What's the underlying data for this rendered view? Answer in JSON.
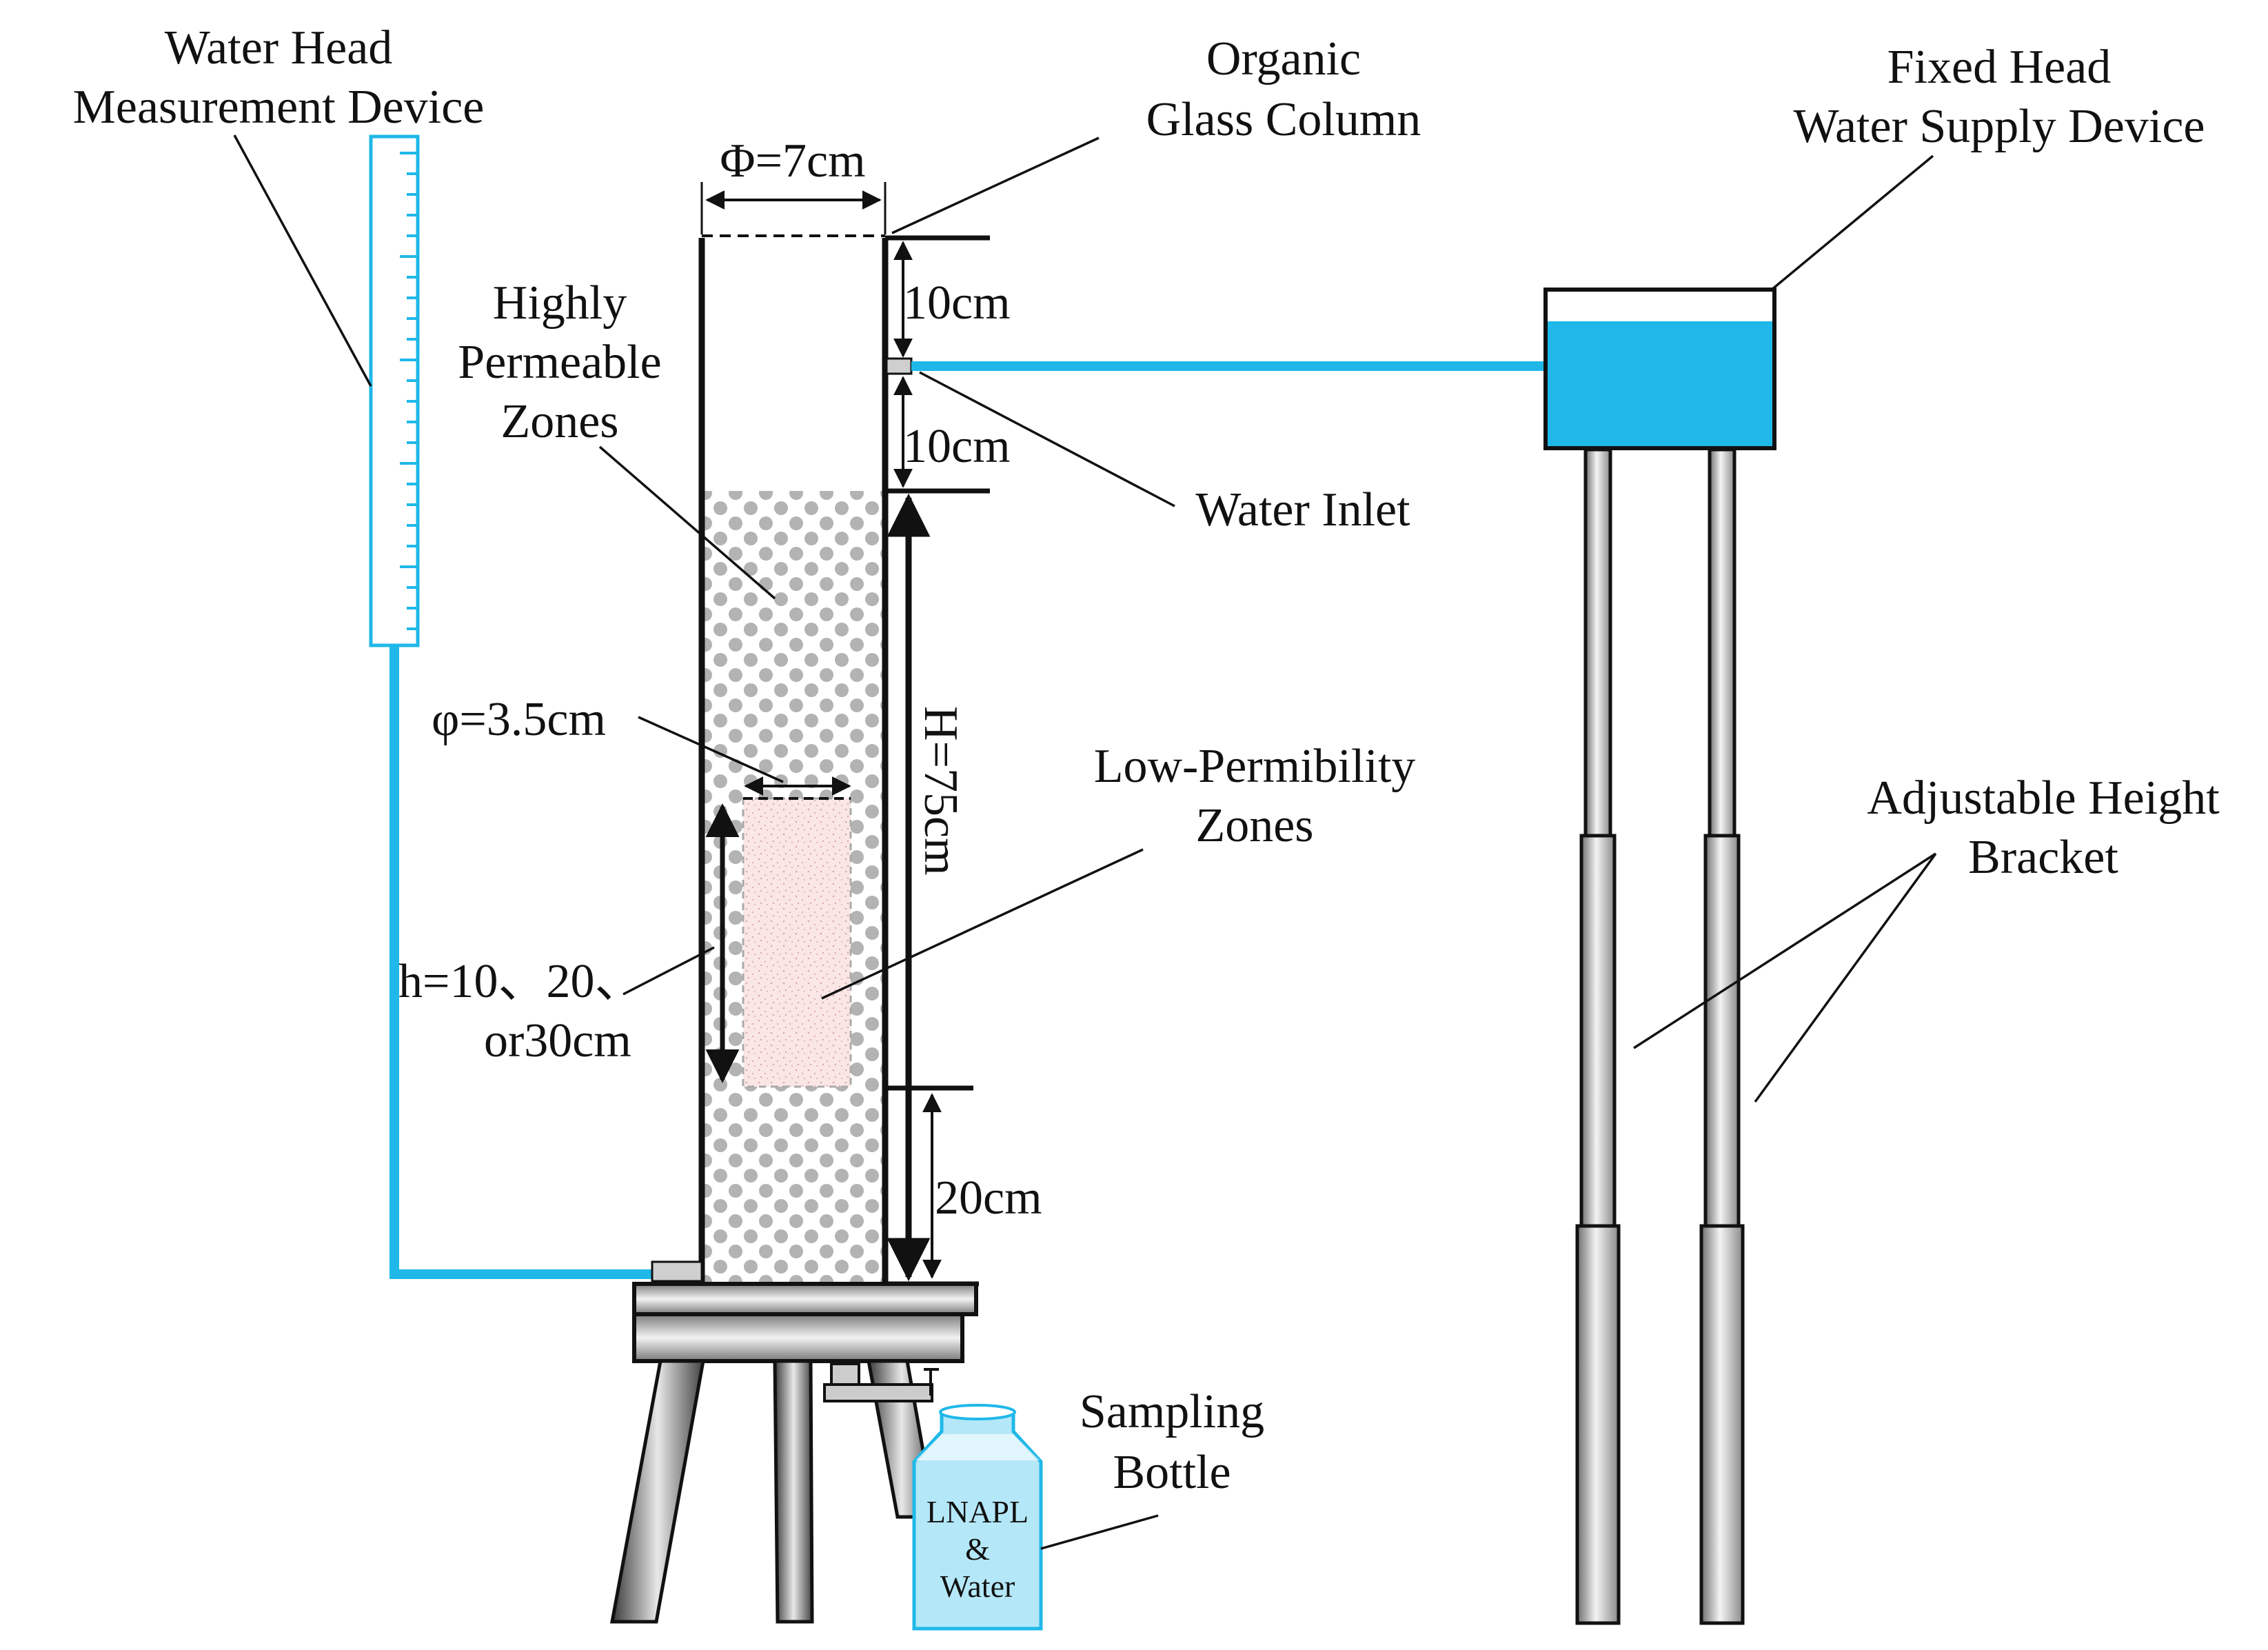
{
  "labels": {
    "water_head_line1": "Water Head",
    "water_head_line2": "Measurement Device",
    "organic_line1": "Organic",
    "organic_line2": "Glass Column",
    "fixed_head_line1": "Fixed Head",
    "fixed_head_line2": "Water Supply Device",
    "highly_line1": "Highly",
    "highly_line2": "Permeable",
    "highly_line3": "Zones",
    "water_inlet": "Water Inlet",
    "low_line1": "Low-Permibility",
    "low_line2": "Zones",
    "bracket_line1": "Adjustable Height",
    "bracket_line2": "Bracket",
    "sampling_line1": "Sampling",
    "sampling_line2": "Bottle",
    "bottle_line1": "LNAPL",
    "bottle_line2": "&",
    "bottle_line3": "Water"
  },
  "dimensions": {
    "outer_diameter": "Φ=7cm",
    "top_10cm": "10cm",
    "inlet_10cm": "10cm",
    "total_height": "H=75cm",
    "inner_diameter": "φ=3.5cm",
    "lens_height_line1": "h=10、20、",
    "lens_height_line2": "or30cm",
    "bottom_20cm": "20cm"
  },
  "colors": {
    "water": "#1fb8e8",
    "ink": "#111111",
    "lens_fill": "#fbe6e6",
    "gravel": "#b3b3b3",
    "bottle": "#b4e8f8"
  }
}
